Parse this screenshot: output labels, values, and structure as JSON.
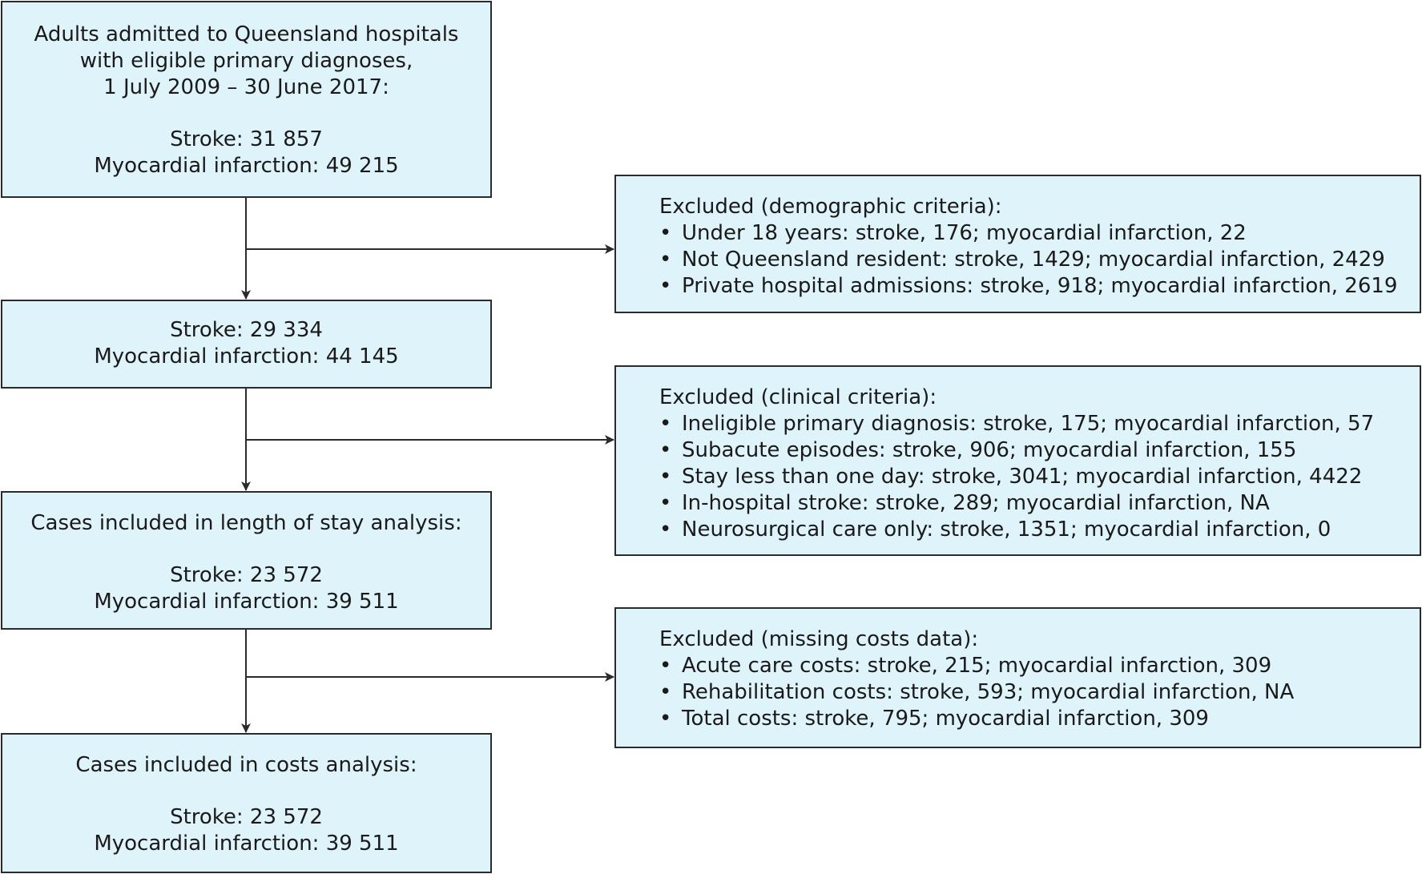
{
  "boxes": {
    "admitted": {
      "lines": [
        "Adults admitted to Queensland hospitals",
        "with eligible primary diagnoses,",
        "1 July 2009 – 30 June 2017:"
      ],
      "stroke": "Stroke: 31 857",
      "mi": "Myocardial infarction: 49 215"
    },
    "after_demographic": {
      "stroke": "Stroke: 29 334",
      "mi": "Myocardial infarction: 44 145"
    },
    "length_of_stay": {
      "heading": "Cases included in length of stay analysis:",
      "stroke": "Stroke: 23 572",
      "mi": "Myocardial infarction: 39 511"
    },
    "costs": {
      "heading": "Cases included in costs analysis:",
      "stroke": "Stroke: 23 572",
      "mi": "Myocardial infarction: 39 511"
    }
  },
  "exclusions": {
    "demographic": {
      "heading": "Excluded (demographic criteria):",
      "items": [
        "Under 18 years: stroke, 176; myocardial infarction, 22",
        "Not Queensland resident: stroke, 1429; myocardial infarction, 2429",
        "Private hospital admissions: stroke, 918; myocardial infarction, 2619"
      ]
    },
    "clinical": {
      "heading": "Excluded (clinical criteria):",
      "items": [
        "Ineligible primary diagnosis: stroke, 175; myocardial infarction, 57",
        "Subacute episodes: stroke, 906; myocardial infarction, 155",
        "Stay less than one day: stroke, 3041; myocardial infarction, 4422",
        "In-hospital stroke: stroke, 289; myocardial infarction, NA",
        "Neurosurgical care only: stroke, 1351; myocardial infarction, 0"
      ]
    },
    "missing_costs": {
      "heading": "Excluded (missing costs data):",
      "items": [
        "Acute care costs: stroke, 215; myocardial infarction, 309",
        "Rehabilitation costs: stroke, 593; myocardial infarction, NA",
        "Total costs: stroke, 795; myocardial infarction, 309"
      ]
    }
  },
  "colors": {
    "box_fill": "#dff3fa",
    "box_border": "#2b2b2b",
    "connector": "#2b2b2b"
  }
}
